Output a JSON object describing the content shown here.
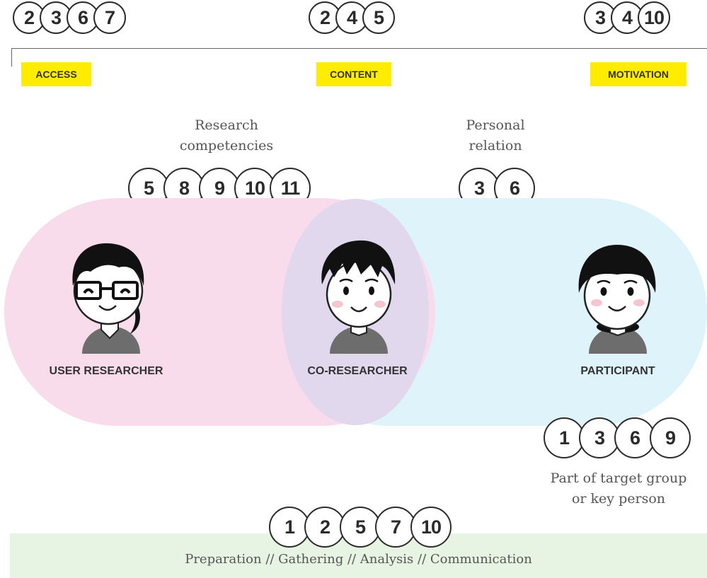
{
  "timeline": {
    "access": {
      "label": "ACCESS",
      "badges": [
        "2",
        "3",
        "6",
        "7"
      ]
    },
    "content": {
      "label": "CONTENT",
      "badges": [
        "2",
        "4",
        "5"
      ]
    },
    "motivation": {
      "label": "MOTIVATION",
      "badges": [
        "3",
        "4",
        "10"
      ]
    }
  },
  "research_competencies": {
    "line1": "Research",
    "line2": "competencies",
    "badges": [
      "5",
      "8",
      "9",
      "10",
      "11"
    ]
  },
  "personal_relation": {
    "line1": "Personal",
    "line2": "relation",
    "badges": [
      "3",
      "6"
    ]
  },
  "roles": {
    "user_researcher": "USER RESEARCHER",
    "co_researcher": "CO-RESEARCHER",
    "participant": "PARTICIPANT"
  },
  "target_group": {
    "line1": "Part of target group",
    "line2": "or key person",
    "badges": [
      "1",
      "3",
      "6",
      "9"
    ]
  },
  "phases": {
    "badges": [
      "1",
      "2",
      "5",
      "7",
      "10"
    ],
    "label": "Preparation  //  Gathering  //  Analysis  //  Communication"
  },
  "colors": {
    "highlight": "#ffec00",
    "researcher_zone": "#f9dcec",
    "participant_zone": "#dff3fb",
    "overlap_zone": "#e2d8ee",
    "phase_band": "#e8f4e3"
  }
}
